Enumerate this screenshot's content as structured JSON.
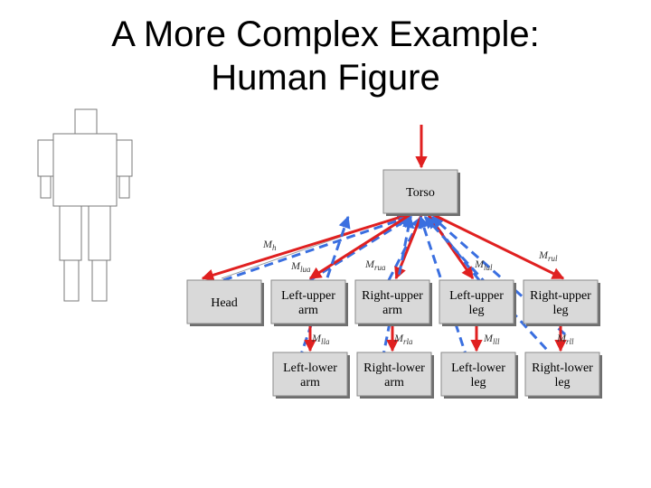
{
  "title": {
    "line1": "A More Complex Example:",
    "line2": "Human Figure"
  },
  "colors": {
    "parent_arrow": "#e02020",
    "child_arrow": "#3a6fe0",
    "box_fill": "#d9d9d9"
  },
  "nodes": {
    "torso": [
      "Torso"
    ],
    "head": [
      "Head"
    ],
    "left_upper_arm": [
      "Left-upper",
      "arm"
    ],
    "right_upper_arm": [
      "Right-upper",
      "arm"
    ],
    "left_upper_leg": [
      "Left-upper",
      "leg"
    ],
    "right_upper_leg": [
      "Right-upper",
      "leg"
    ],
    "left_lower_arm": [
      "Left-lower",
      "arm"
    ],
    "right_lower_arm": [
      "Right-lower",
      "arm"
    ],
    "left_lower_leg": [
      "Left-lower",
      "leg"
    ],
    "right_lower_leg": [
      "Right-lower",
      "leg"
    ]
  },
  "edges": [
    {
      "from": "torso",
      "to": "head",
      "label": "Mh"
    },
    {
      "from": "torso",
      "to": "left_upper_arm",
      "label": "Mlua"
    },
    {
      "from": "torso",
      "to": "right_upper_arm",
      "label": "Mrua"
    },
    {
      "from": "torso",
      "to": "left_upper_leg",
      "label": "Mlul"
    },
    {
      "from": "torso",
      "to": "right_upper_leg",
      "label": "Mrul"
    },
    {
      "from": "left_upper_arm",
      "to": "left_lower_arm",
      "label": "Mlla"
    },
    {
      "from": "right_upper_arm",
      "to": "right_lower_arm",
      "label": "Mrla"
    },
    {
      "from": "left_upper_leg",
      "to": "left_lower_leg",
      "label": "Mlll"
    },
    {
      "from": "right_upper_leg",
      "to": "right_lower_leg",
      "label": "Mrll"
    }
  ]
}
